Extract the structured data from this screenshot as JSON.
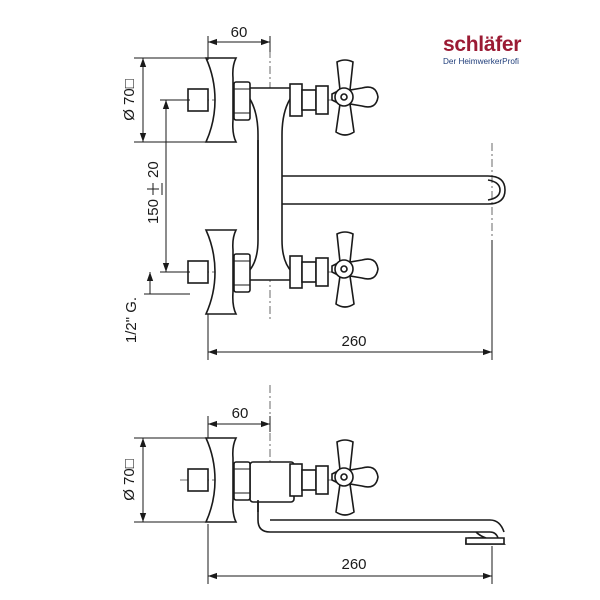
{
  "brand": {
    "name": "schläfer",
    "tagline": "Der HeimwerkerProfi",
    "name_color": "#9b1b34",
    "tagline_color": "#1f3d7a"
  },
  "front_view": {
    "dim_offset": "60",
    "dim_diameter": "Ø 70□",
    "dim_spacing": "150",
    "dim_tolerance": "20",
    "dim_thread": "1/2\" G.",
    "dim_length": "260"
  },
  "side_view": {
    "dim_offset": "60",
    "dim_diameter": "Ø 70□",
    "dim_length": "260"
  }
}
